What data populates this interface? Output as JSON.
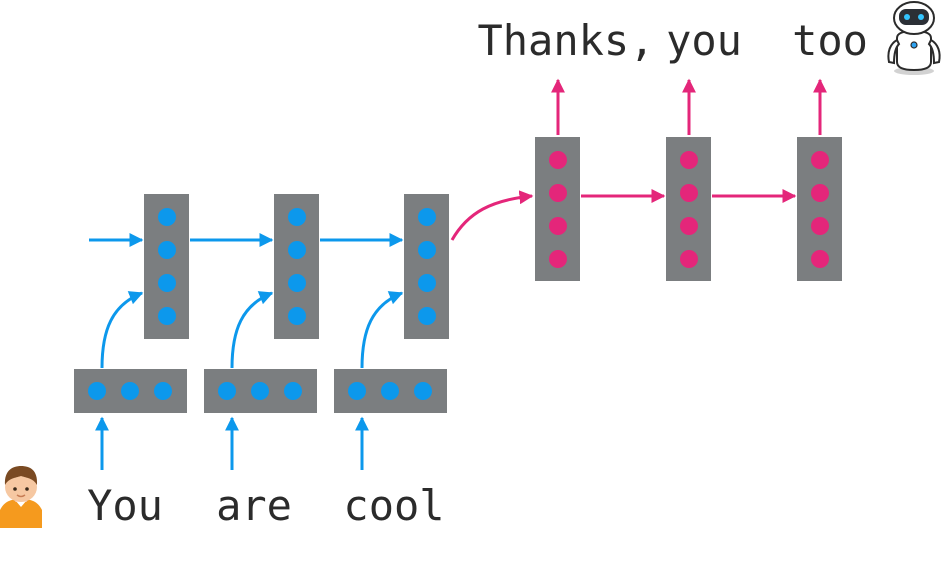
{
  "input_words": [
    "You",
    "are",
    "cool"
  ],
  "output_words": [
    "Thanks,",
    "you",
    "too"
  ],
  "icons": {
    "user": "person-avatar-icon",
    "bot": "robot-icon"
  },
  "colors": {
    "encoder": "#0c98ec",
    "decoder": "#e4267a",
    "cell": "#7b7e80",
    "text": "#2b2b2b"
  }
}
